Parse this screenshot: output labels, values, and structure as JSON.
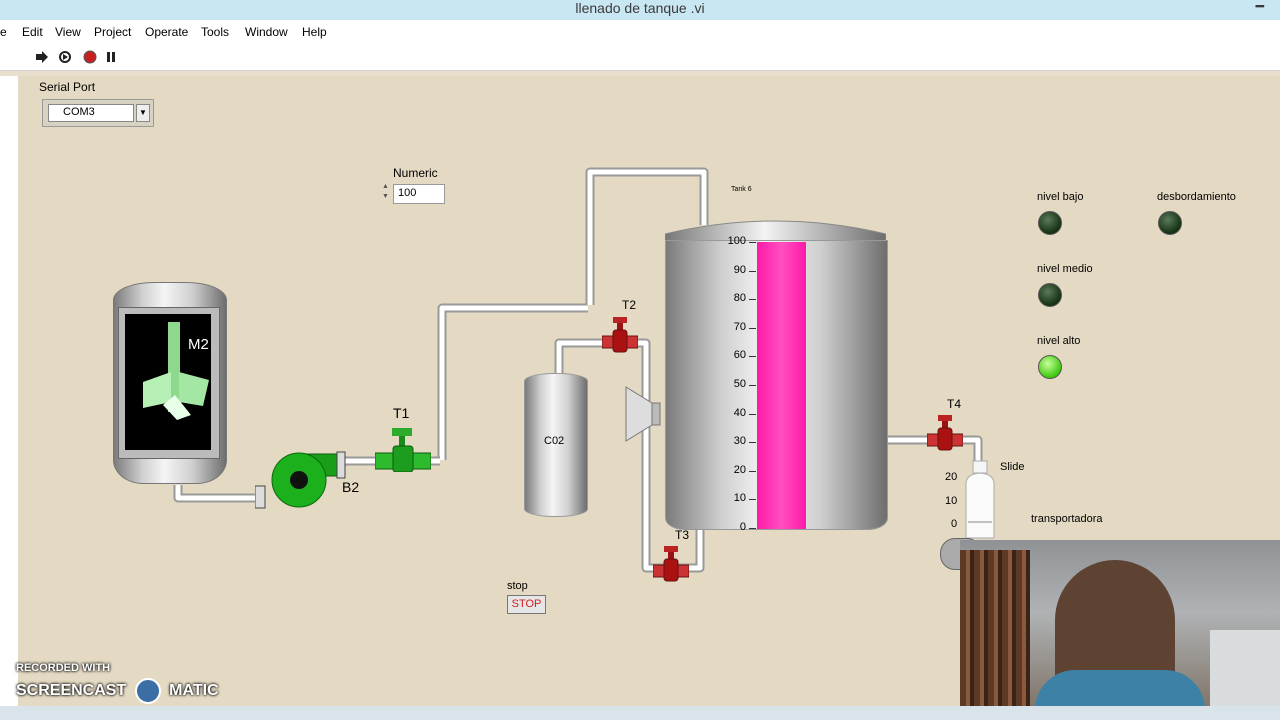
{
  "window": {
    "title": "llenado de tanque .vi",
    "minimize_glyph": "━"
  },
  "menu": {
    "items": [
      "e",
      "Edit",
      "View",
      "Project",
      "Operate",
      "Tools",
      "Window",
      "Help"
    ]
  },
  "serial_port": {
    "label": "Serial Port",
    "value": "COM3"
  },
  "numeric": {
    "label": "Numeric",
    "value": "100"
  },
  "tank": {
    "name": "Tank 6",
    "ticks": [
      "100",
      "90",
      "80",
      "70",
      "60",
      "50",
      "40",
      "30",
      "20",
      "10",
      "0"
    ],
    "level_percent": 100,
    "fill_color": "#ff1aa8"
  },
  "mixer": {
    "label": "M2"
  },
  "pump": {
    "label": "B2"
  },
  "valves": {
    "t1": "T1",
    "t2": "T2",
    "t3": "T3",
    "t4": "T4"
  },
  "co2_tank": {
    "label": "C02"
  },
  "indicators": [
    {
      "label": "nivel bajo",
      "on": false
    },
    {
      "label": "desbordamiento",
      "on": false
    },
    {
      "label": "nivel medio",
      "on": false
    },
    {
      "label": "nivel alto",
      "on": true
    }
  ],
  "slide": {
    "label": "Slide",
    "ticks": [
      "20",
      "10",
      "0"
    ]
  },
  "conveyor": {
    "label": "transportadora"
  },
  "stop": {
    "label": "stop",
    "button_text": "STOP"
  },
  "watermark": {
    "line1": "RECORDED WITH",
    "line2": "SCREENCAST",
    "line3": "MATIC"
  },
  "icons": [
    "run-arrow-icon",
    "run-continuous-icon",
    "abort-icon",
    "pause-icon",
    "dropdown-icon",
    "increment-icon"
  ]
}
